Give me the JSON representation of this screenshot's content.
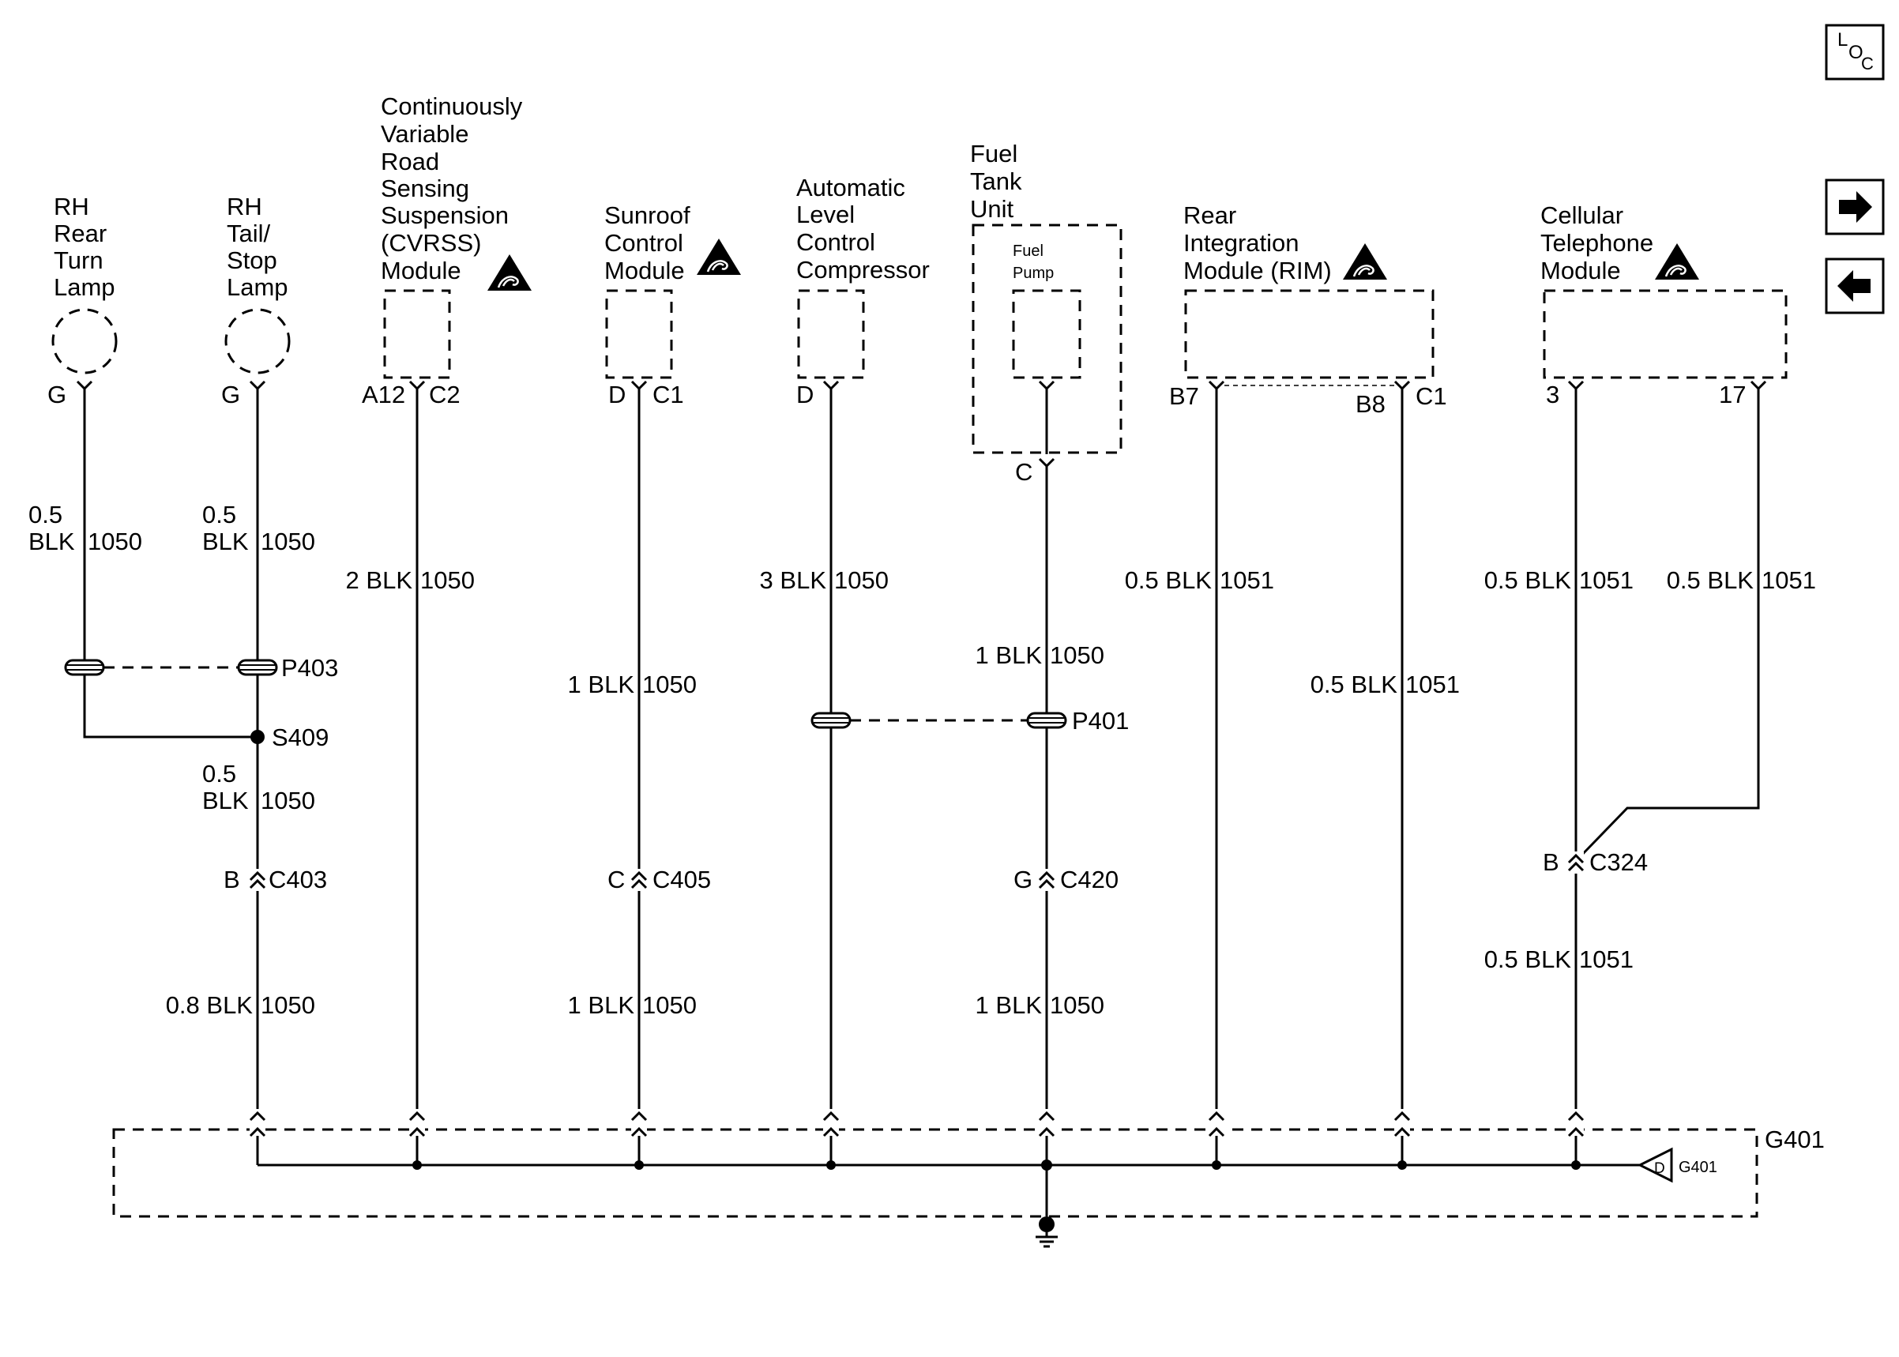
{
  "components": {
    "rh_rear_turn_lamp": [
      "RH",
      "Rear",
      "Turn",
      "Lamp"
    ],
    "rh_tail_stop_lamp": [
      "RH",
      "Tail/",
      "Stop",
      "Lamp"
    ],
    "cvrss_module": [
      "Continuously",
      "Variable",
      "Road",
      "Sensing",
      "Suspension",
      "(CVRSS)",
      "Module"
    ],
    "sunroof_module": [
      "Sunroof",
      "Control",
      "Module"
    ],
    "alc_compressor": [
      "Automatic",
      "Level",
      "Control",
      "Compressor"
    ],
    "fuel_tank_unit": [
      "Fuel",
      "Tank",
      "Unit"
    ],
    "fuel_pump": [
      "Fuel",
      "Pump"
    ],
    "rim": [
      "Rear",
      "Integration",
      "Module (RIM)"
    ],
    "cellular_module": [
      "Cellular",
      "Telephone",
      "Module"
    ]
  },
  "pins": {
    "turn_lamp": "G",
    "tail_lamp": "G",
    "cvrss_left": "A12",
    "cvrss_right": "C2",
    "sunroof_left": "D",
    "sunroof_right": "C1",
    "alc": "D",
    "fuel_tank": "C",
    "rim_b7": "B7",
    "rim_b8": "B8",
    "rim_c1": "C1",
    "cell_3": "3",
    "cell_17": "17"
  },
  "wires": {
    "turn_lamp_size": "0.5",
    "turn_lamp_color": "BLK",
    "turn_lamp_circuit": "1050",
    "tail_lamp_size": "0.5",
    "tail_lamp_color": "BLK",
    "tail_lamp_circuit": "1050",
    "s409_below_size": "0.5",
    "s409_below_color": "BLK",
    "s409_below_circuit": "1050",
    "c403_below": "0.8 BLK",
    "c403_below_circuit": "1050",
    "cvrss": "2 BLK",
    "cvrss_circuit": "1050",
    "sunroof_upper": "1 BLK",
    "sunroof_upper_circuit": "1050",
    "sunroof_lower": "1 BLK",
    "sunroof_lower_circuit": "1050",
    "alc": "3 BLK",
    "alc_circuit": "1050",
    "fuel_upper": "1 BLK",
    "fuel_upper_circuit": "1050",
    "fuel_lower": "1 BLK",
    "fuel_lower_circuit": "1050",
    "rim_b7": "0.5 BLK",
    "rim_b7_circuit": "1051",
    "rim_c1": "0.5 BLK",
    "rim_c1_circuit": "1051",
    "cell_3_upper": "0.5 BLK",
    "cell_3_upper_circuit": "1051",
    "cell_17": "0.5 BLK",
    "cell_17_circuit": "1051",
    "cell_lower": "0.5 BLK",
    "cell_lower_circuit": "1051"
  },
  "connectors": {
    "p403": "P403",
    "s409": "S409",
    "c403_pin": "B",
    "c403": "C403",
    "c405_pin": "C",
    "c405": "C405",
    "p401": "P401",
    "c420_pin": "G",
    "c420": "C420",
    "c324_pin": "B",
    "c324": "C324"
  },
  "ground": {
    "label": "G401",
    "ref_letter": "D",
    "ref_label": "G401"
  },
  "nav": {
    "loc_l": "L",
    "loc_o": "O",
    "loc_c": "C",
    "forward_icon": "arrow-right-icon",
    "back_icon": "arrow-left-icon"
  }
}
